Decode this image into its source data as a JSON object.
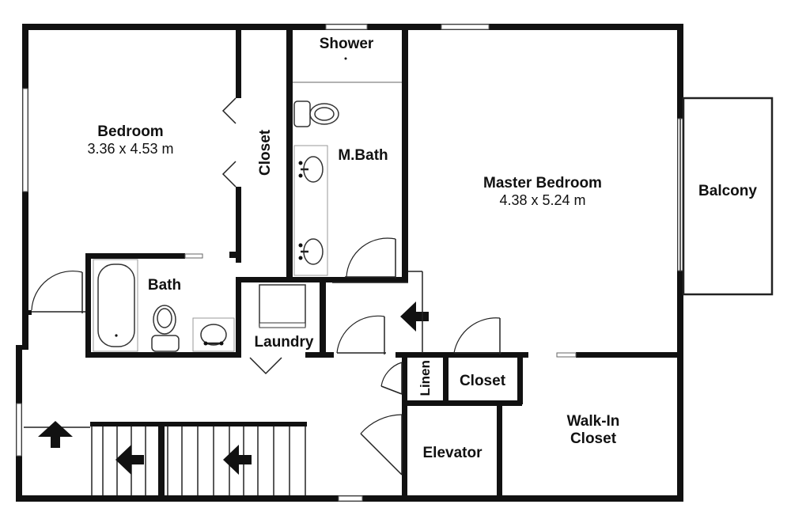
{
  "rooms": {
    "bedroom": {
      "name": "Bedroom",
      "dims": "3.36 x 4.53 m"
    },
    "closet_upper": {
      "name": "Closet"
    },
    "shower": {
      "name": "Shower"
    },
    "master_bath": {
      "name": "M.Bath"
    },
    "master_bedroom": {
      "name": "Master Bedroom",
      "dims": "4.38 x 5.24 m"
    },
    "balcony": {
      "name": "Balcony"
    },
    "bath": {
      "name": "Bath"
    },
    "laundry": {
      "name": "Laundry"
    },
    "linen": {
      "name": "Linen"
    },
    "closet_lower": {
      "name": "Closet"
    },
    "walk_in_closet": {
      "name_line1": "Walk-In",
      "name_line2": "Closet"
    },
    "elevator": {
      "name": "Elevator"
    }
  },
  "colors": {
    "wall": "#111111",
    "background": "#ffffff"
  },
  "icons": [
    "arrow-up-icon",
    "arrow-left-icon",
    "toilet-icon",
    "sink-icon",
    "bathtub-icon",
    "door-swing-icon"
  ]
}
